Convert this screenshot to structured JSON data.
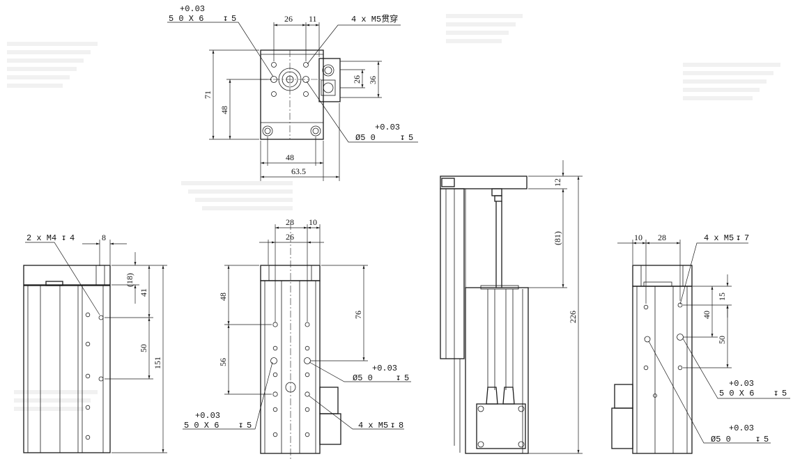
{
  "top_view": {
    "callout_pin_hole": {
      "tol": "+0.03",
      "main": "5  0    X 6",
      "depth": "5"
    },
    "dim_26": "26",
    "dim_11": "11",
    "callout_through": "4 x M5贯穿",
    "dim_71": "71",
    "dim_48_v": "48",
    "dim_26_v": "26",
    "dim_36_v": "36",
    "callout_phi": {
      "tol": "+0.03",
      "main": "Ø5  0",
      "depth": "5"
    },
    "dim_48_h": "48",
    "dim_63_5": "63.5"
  },
  "left_view": {
    "callout_m4": "2 x M4",
    "callout_m4_depth": "4",
    "dim_8": "8",
    "dim_18": "(18)",
    "dim_41": "41",
    "dim_50": "50",
    "dim_151": "151"
  },
  "front_view": {
    "dim_28": "28",
    "dim_10": "10",
    "dim_26": "26",
    "dim_48": "48",
    "dim_76": "76",
    "dim_56": "56",
    "callout_phi": {
      "tol": "+0.03",
      "main": "Ø5  0",
      "depth": "5"
    },
    "callout_pin_hole": {
      "tol": "+0.03",
      "main": "5  0    X 6",
      "depth": "5"
    },
    "callout_m5": "4 x M5",
    "callout_m5_depth": "8"
  },
  "extended_view": {
    "dim_12": "12",
    "dim_81": "(81)",
    "dim_226": "226"
  },
  "right_view": {
    "dim_10": "10",
    "dim_28": "28",
    "callout_m5": "4 x M5",
    "callout_m5_depth": "7",
    "dim_15": "15",
    "dim_40": "40",
    "dim_50": "50",
    "callout_pin_hole": {
      "tol": "+0.03",
      "main": "5  0    X 6",
      "depth": "5"
    },
    "callout_phi": {
      "tol": "+0.03",
      "main": "Ø5  0",
      "depth": "5"
    }
  }
}
